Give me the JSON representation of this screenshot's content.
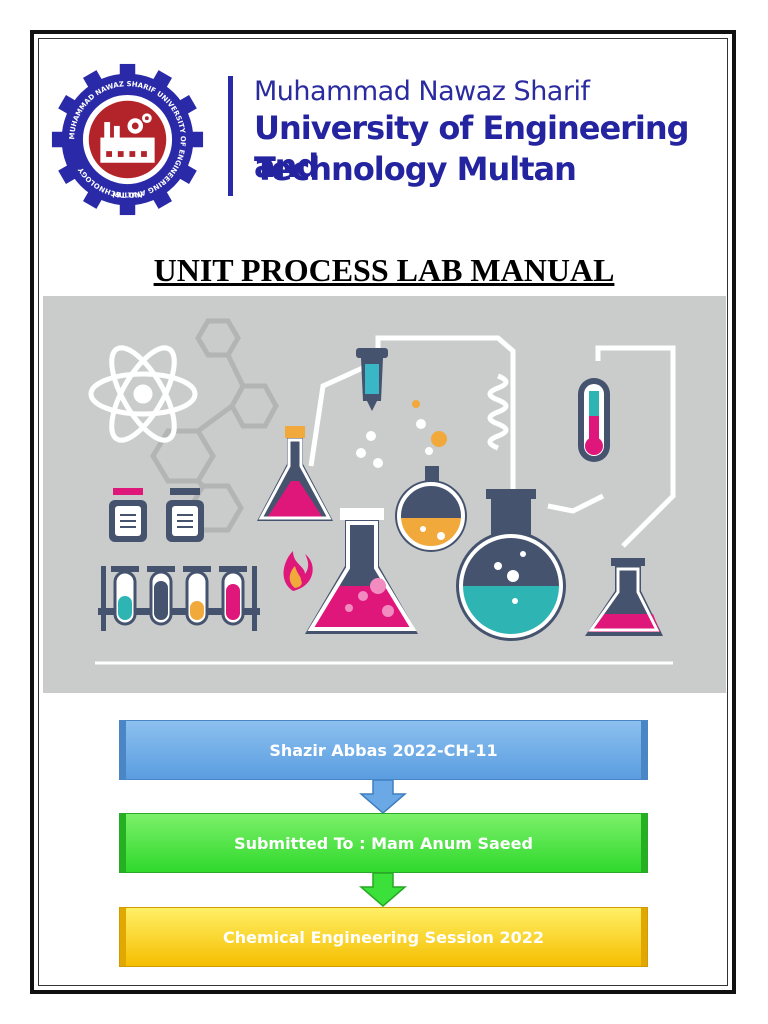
{
  "university": {
    "line1": "Muhammad Nawaz Sharif",
    "line2": "University of Engineering and",
    "line3": "Technology Multan",
    "seal_text": "MUHAMMAD NAWAZ SHARIF UNIVERSITY OF ENGINEERING AND TECHNOLOGY",
    "seal_city": "MULTAN"
  },
  "title": "UNIT PROCESS LAB MANUAL",
  "boxes": {
    "student": "Shazir Abbas 2022-CH-11",
    "submitted_to": "Submitted To : Mam Anum Saeed",
    "session": "Chemical Engineering Session 2022"
  },
  "colors": {
    "brand_blue": "#2424a0",
    "box_blue": "#6aa9e6",
    "box_green": "#3be03a",
    "box_yellow": "#f8d10f"
  },
  "icons": [
    "university-logo",
    "atom-icon",
    "flask-icon",
    "test-tube-icon",
    "thermometer-icon",
    "fire-icon"
  ]
}
